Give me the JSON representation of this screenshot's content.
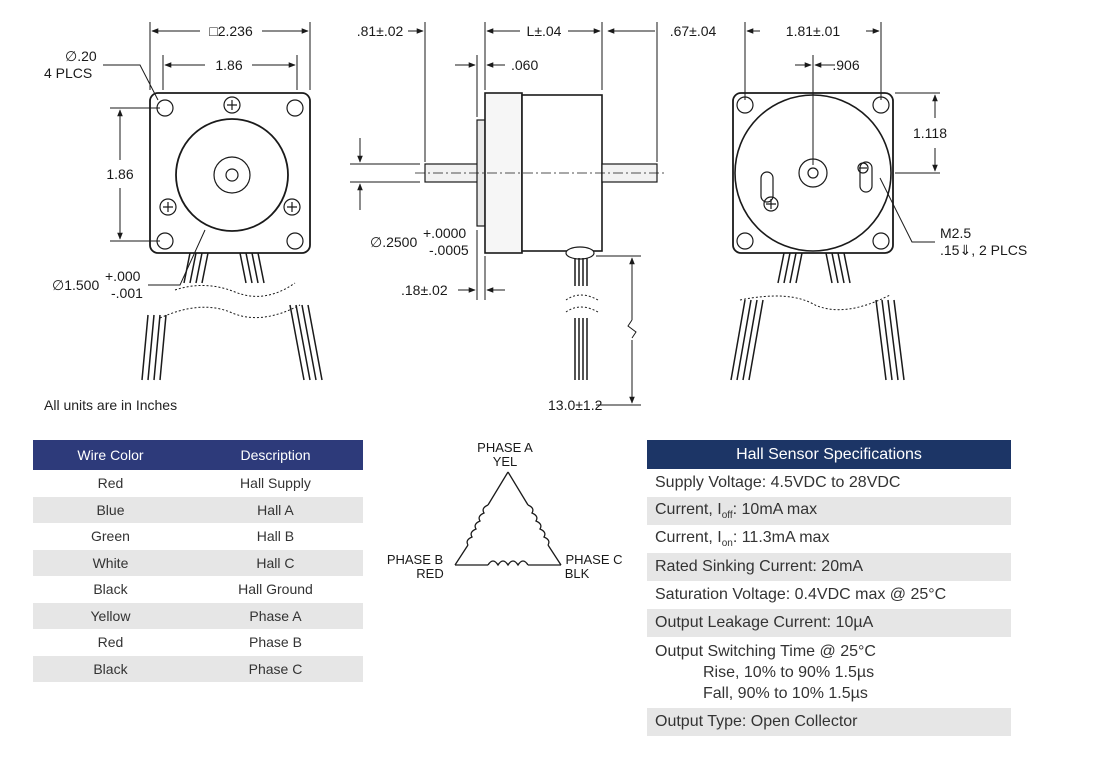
{
  "dims": {
    "front_square": "□2.236",
    "front_bolt": "1.86",
    "front_height": "1.86",
    "hole_dia": "∅.20",
    "hole_count": "4 PLCS",
    "pilot_dia": "∅1.500",
    "pilot_tol_plus": "+.000",
    "pilot_tol_minus": "-.001",
    "side_left": ".81±.02",
    "side_length": "L±.04",
    "side_right": ".67±.04",
    "side_flange": ".060",
    "shaft_dia": "∅.2500",
    "shaft_tol_plus": "+.0000",
    "shaft_tol_minus": "-.0005",
    "side_pilot": ".18±.02",
    "lead_length": "13.0±1.2",
    "rear_width": "1.81±.01",
    "rear_center": ".906",
    "rear_height": "1.118",
    "rear_screw": "M2.5",
    "rear_screw_spec": ".15⇓, 2 PLCS"
  },
  "units_note": "All units are in Inches",
  "wire_table": {
    "headers": [
      "Wire Color",
      "Description"
    ],
    "rows": [
      [
        "Red",
        "Hall Supply"
      ],
      [
        "Blue",
        "Hall A"
      ],
      [
        "Green",
        "Hall B"
      ],
      [
        "White",
        "Hall C"
      ],
      [
        "Black",
        "Hall Ground"
      ],
      [
        "Yellow",
        "Phase A"
      ],
      [
        "Red",
        "Phase B"
      ],
      [
        "Black",
        "Phase C"
      ]
    ]
  },
  "phase_diagram": {
    "a_name": "PHASE A",
    "a_color": "YEL",
    "b_name": "PHASE B",
    "b_color": "RED",
    "c_name": "PHASE C",
    "c_color": "BLK"
  },
  "hall_specs": {
    "title": "Hall Sensor Specifications",
    "supply": "Supply Voltage: 4.5VDC to 28VDC",
    "ioff_prefix": "Current, I",
    "ioff_sub": "off",
    "ioff_suffix": ": 10mA max",
    "ion_prefix": "Current, I",
    "ion_sub": "on",
    "ion_suffix": ": 11.3mA max",
    "sinking": "Rated Sinking Current: 20mA",
    "saturation": "Saturation Voltage: 0.4VDC max @ 25°C",
    "leakage": "Output Leakage Current: 10µA",
    "switching": "Output Switching Time @ 25°C",
    "rise": "Rise, 10% to 90% 1.5µs",
    "fall": "Fall, 90% to 10% 1.5µs",
    "output_type": "Output Type: Open Collector"
  },
  "colors": {
    "wire_header": "#2d3a7a",
    "hall_header": "#1c3566",
    "row_stripe": "#e6e6e6"
  }
}
